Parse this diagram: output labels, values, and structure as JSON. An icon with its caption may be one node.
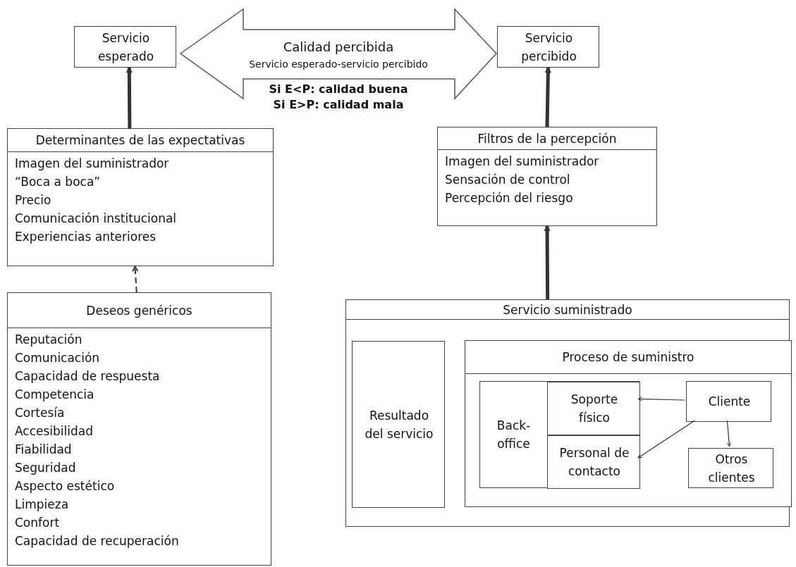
{
  "diagram": {
    "nodes": [
      {
        "text": [
          "Servicio esperado"
        ]
      },
      {
        "text": [
          "Calidad percibida",
          "Servicio esperado-servicio percibido",
          "Si E<P: calidad buena",
          "Si E>P: calidad mala"
        ]
      },
      {
        "text": [
          "Servicio percibido"
        ]
      },
      {
        "text": [
          "Determinantes de las expectativas",
          "Imagen del suministrador",
          "“Boca a boca”",
          "Precio",
          "Comunicación institucional",
          "Experiencias anteriores"
        ]
      },
      {
        "text": [
          "Filtros de la percepción",
          "Imagen del suministrador",
          "Sensación de control",
          "Percepción del riesgo"
        ]
      },
      {
        "text": [
          "Deseos genéricos",
          "Reputación",
          "Comunicación",
          "Capacidad de respuesta",
          "Competencia",
          "Cortesía",
          "Accesibilidad",
          "Fiabilidad",
          "Seguridad",
          "Aspecto estético",
          "Limpieza",
          "Confort",
          "Capacidad de recuperación"
        ]
      },
      {
        "text": [
          "Servicio suministrado"
        ]
      },
      {
        "text": [
          "Resultado del servicio"
        ],
        "in": 6
      },
      {
        "text": [
          "Proceso de suministro"
        ],
        "in": 6
      },
      {
        "text": [
          "Back-office"
        ],
        "in": 8
      },
      {
        "text": [
          "Soporte físico"
        ],
        "in": 9
      },
      {
        "text": [
          "Personal de contacto"
        ],
        "in": 9
      },
      {
        "text": [
          "Cliente"
        ],
        "in": 8
      },
      {
        "text": [
          "Otros clientes"
        ],
        "in": 8
      }
    ],
    "edges": [
      {
        "from": 3,
        "to": 0,
        "arrow": "to",
        "style": "thick"
      },
      {
        "from": 4,
        "to": 2,
        "arrow": "to",
        "style": "thick"
      },
      {
        "from": 5,
        "to": 3,
        "arrow": "to",
        "style": "dashed"
      },
      {
        "from": 6,
        "to": 4,
        "arrow": "to",
        "style": "thick"
      },
      {
        "from": 12,
        "to": 10,
        "arrow": "to"
      },
      {
        "from": 12,
        "to": 11,
        "arrow": "to"
      },
      {
        "from": 12,
        "to": 13,
        "arrow": "to"
      }
    ]
  }
}
